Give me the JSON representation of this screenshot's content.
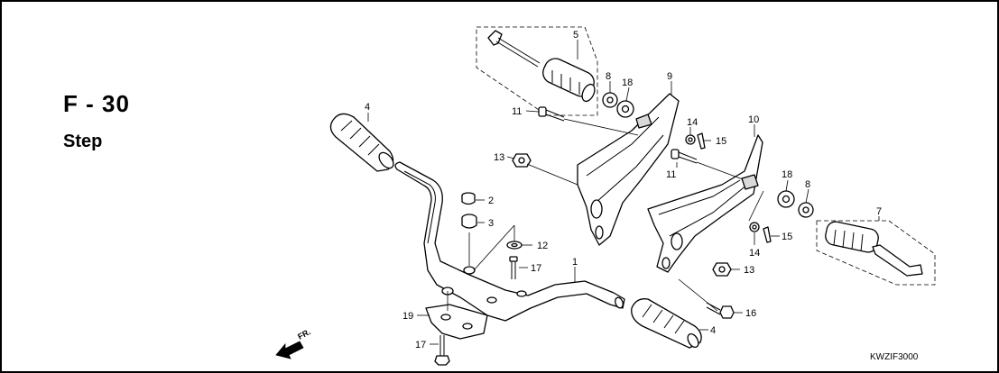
{
  "header": {
    "section_code": "F - 30",
    "section_name": "Step"
  },
  "diagram": {
    "code": "KWZIF3000",
    "direction_label": "FR.",
    "callouts": [
      "1",
      "2",
      "3",
      "4",
      "4",
      "5",
      "7",
      "8",
      "8",
      "9",
      "10",
      "11",
      "11",
      "12",
      "13",
      "13",
      "14",
      "14",
      "15",
      "15",
      "16",
      "17",
      "17",
      "18",
      "18",
      "19"
    ]
  },
  "colors": {
    "line": "#000000",
    "background": "#ffffff",
    "shade": "#d9d9d9"
  }
}
